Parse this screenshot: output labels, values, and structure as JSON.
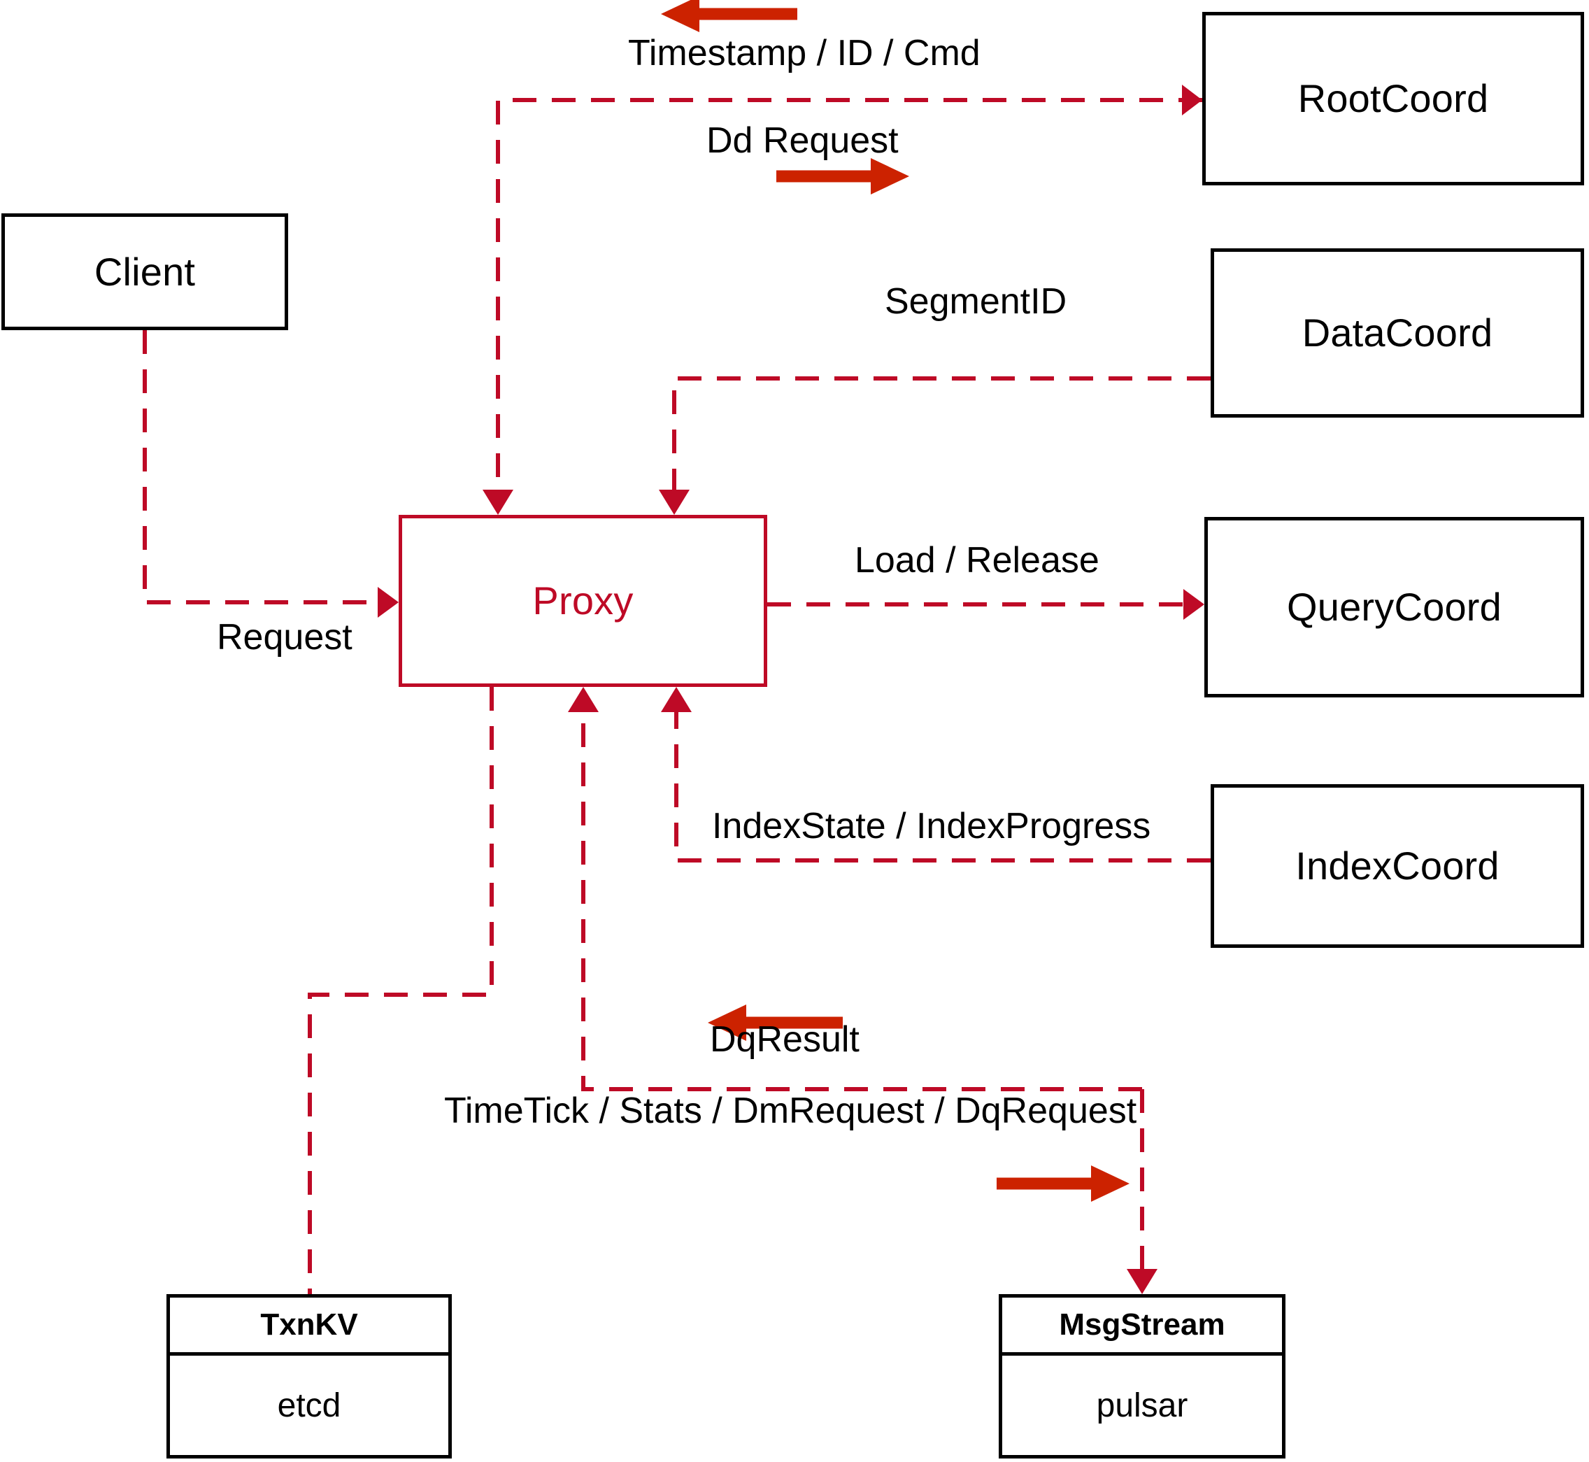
{
  "diagram": {
    "title": "Milvus Proxy interaction diagram",
    "accent_color": "#BE0A26",
    "arrow_color": "#CC2200",
    "node_border_color": "#000000",
    "background": "#ffffff"
  },
  "nodes": {
    "client": {
      "label": "Client"
    },
    "proxy": {
      "label": "Proxy"
    },
    "root_coord": {
      "label": "RootCoord"
    },
    "data_coord": {
      "label": "DataCoord"
    },
    "query_coord": {
      "label": "QueryCoord"
    },
    "index_coord": {
      "label": "IndexCoord"
    },
    "txnkv": {
      "header": "TxnKV",
      "body": "etcd"
    },
    "msgstream": {
      "header": "MsgStream",
      "body": "pulsar"
    }
  },
  "edge_labels": {
    "timestamp_id_cmd": "Timestamp / ID / Cmd",
    "dd_request": "Dd Request",
    "segment_id": "SegmentID",
    "request": "Request",
    "load_release": "Load / Release",
    "index_state_progress": "IndexState / IndexProgress",
    "dq_result": "DqResult",
    "timetick_stats_dm_dq": "TimeTick / Stats / DmRequest / DqRequest"
  }
}
